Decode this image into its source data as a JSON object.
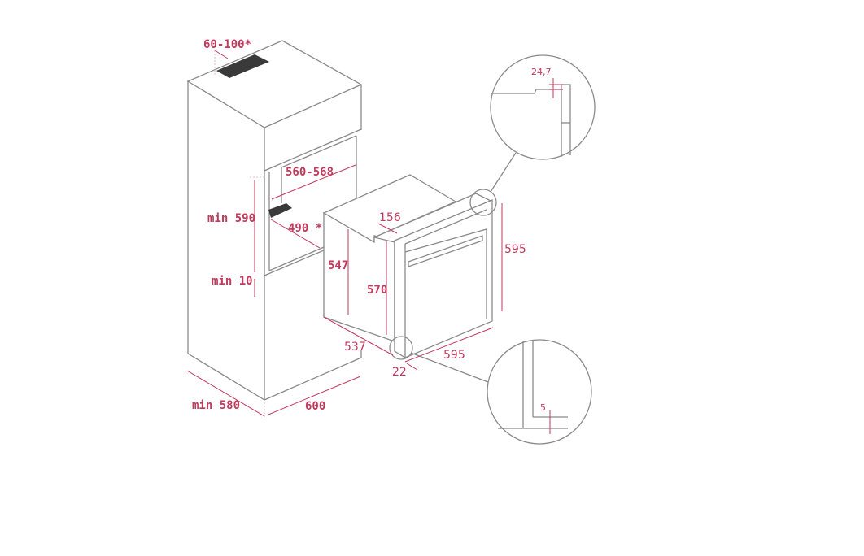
{
  "diagram": {
    "colors": {
      "line": "#8a8a8a",
      "dimension": "#c23a5c",
      "vent": "#3a3a3a"
    },
    "labels": {
      "vent_gap": "60-100*",
      "niche_width": "560-568",
      "niche_height": "min 590",
      "niche_depth": "490 *",
      "bottom_gap": "min 10",
      "cabinet_depth": "min 580",
      "cabinet_width": "600",
      "oven_top_recess": "156",
      "oven_body_height": "547",
      "oven_inner_height": "570",
      "oven_front_height": "595",
      "oven_depth": "537",
      "oven_front_width": "595",
      "oven_front_thickness": "22",
      "detail_top": "24,7",
      "detail_bottom": "5"
    }
  }
}
